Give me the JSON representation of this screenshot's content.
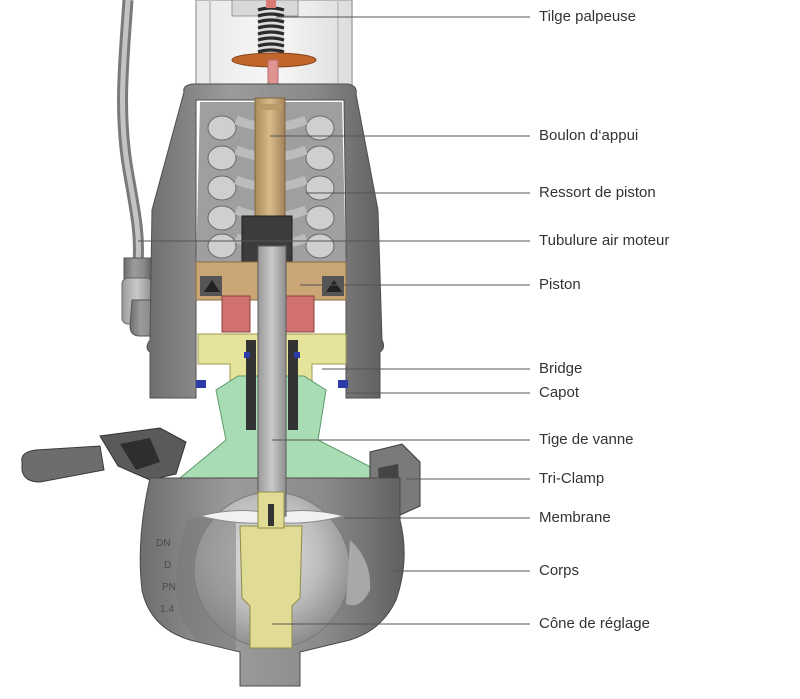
{
  "labels": [
    {
      "id": "tilge-palpeuse",
      "text": "Tilge palpeuse"
    },
    {
      "id": "boulon-dappui",
      "text": "Boulon d‘appui"
    },
    {
      "id": "ressort-de-piston",
      "text": "Ressort de piston"
    },
    {
      "id": "tubulure-air-moteur",
      "text": "Tubulure air moteur"
    },
    {
      "id": "piston",
      "text": "Piston"
    },
    {
      "id": "bridge",
      "text": "Bridge"
    },
    {
      "id": "capot",
      "text": "Capot"
    },
    {
      "id": "tige-de-vanne",
      "text": "Tige de vanne"
    },
    {
      "id": "tri-clamp",
      "text": "Tri-Clamp"
    },
    {
      "id": "membrane",
      "text": "Membrane"
    },
    {
      "id": "corps",
      "text": "Corps"
    },
    {
      "id": "cone-de-reglage",
      "text": "Cône de réglage"
    }
  ],
  "body_marking": {
    "lines": [
      "DN",
      "D",
      "PN",
      "1.4"
    ]
  },
  "colors": {
    "steel": "#8c8c8c",
    "steel_dark": "#5e5e5e",
    "brass": "#c9a877",
    "bronze": "#caa575",
    "red_seal": "#d0716f",
    "yellow": "#e6e39a",
    "green": "#a8dcb4",
    "blue_seal": "#2c3aa8",
    "copper": "#c0662d",
    "leader": "#555555"
  }
}
